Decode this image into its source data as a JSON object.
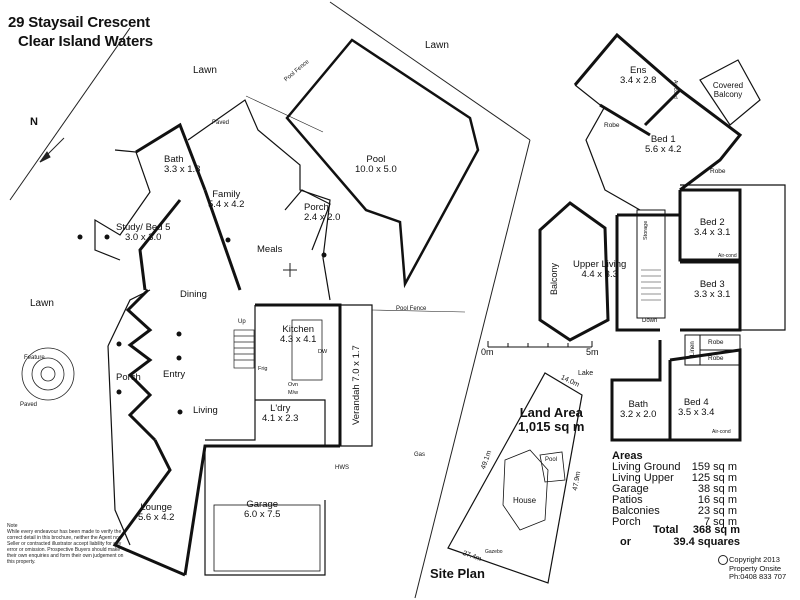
{
  "header": {
    "address_line1": "29 Staysail Crescent",
    "address_line2": "Clear Island Waters"
  },
  "compass": {
    "label": "N"
  },
  "site": {
    "lawn": "Lawn",
    "pool_fence": "Pool Fence",
    "paved": "Paved",
    "feature": "Feature",
    "lake": "Lake",
    "hws": "HWS",
    "gas": "Gas"
  },
  "rooms_ground": [
    {
      "name": "Bath",
      "size": "3.3 x 1.8"
    },
    {
      "name": "Family",
      "size": "5.4 x 4.2"
    },
    {
      "name": "Porch",
      "size": "2.4 x 2.0"
    },
    {
      "name": "Pool",
      "size": "10.0 x 5.0"
    },
    {
      "name": "Study/ Bed 5",
      "size": "3.0 x 3.0"
    },
    {
      "name": "Meals",
      "size": ""
    },
    {
      "name": "Dining",
      "size": ""
    },
    {
      "name": "Kitchen",
      "size": "4.3 x 4.1"
    },
    {
      "name": "Verandah",
      "size": "7.0 x 1.7"
    },
    {
      "name": "Porch",
      "size": ""
    },
    {
      "name": "Entry",
      "size": ""
    },
    {
      "name": "Living",
      "size": ""
    },
    {
      "name": "L'dry",
      "size": "4.1 x 2.3"
    },
    {
      "name": "Lounge",
      "size": "5.6 x 4.2"
    },
    {
      "name": "Garage",
      "size": "6.0 x 7.5"
    }
  ],
  "ground_small_labels": {
    "up": "Up",
    "frig": "Frig",
    "ovn": "Ovn",
    "dw": "DW",
    "mw": "M/w"
  },
  "rooms_upper": [
    {
      "name": "Ens",
      "size": "3.4 x 2.8"
    },
    {
      "name": "Covered Balcony",
      "size": ""
    },
    {
      "name": "Bed 1",
      "size": "5.6 x 4.2"
    },
    {
      "name": "Bed 2",
      "size": "3.4 x 3.1"
    },
    {
      "name": "Upper Living",
      "size": "4.4 x 3.3"
    },
    {
      "name": "Bed 3",
      "size": "3.3 x 3.1"
    },
    {
      "name": "Balcony",
      "size": ""
    },
    {
      "name": "Bed 4",
      "size": "3.5 x 3.4"
    },
    {
      "name": "Bath",
      "size": "3.2 x 2.0"
    }
  ],
  "upper_small_labels": {
    "robe": "Robe",
    "aircond": "Air-cond",
    "storage": "Storage",
    "down": "Down",
    "linen": "Linen"
  },
  "scale": {
    "start": "0m",
    "end": "5m"
  },
  "site_plan": {
    "title": "Site Plan",
    "land_area_line1": "Land Area",
    "land_area_line2": "1,015 sq m",
    "dims": [
      "14.0m",
      "49.1m",
      "47.9m",
      "27.4m"
    ],
    "house": "House",
    "pool": "Pool",
    "gazebo": "Gazebo"
  },
  "areas": {
    "heading": "Areas",
    "rows": [
      {
        "label": "Living Ground",
        "value": "159 sq m"
      },
      {
        "label": "Living Upper",
        "value": "125 sq m"
      },
      {
        "label": "Garage",
        "value": "38 sq m"
      },
      {
        "label": "Patios",
        "value": "16 sq m"
      },
      {
        "label": "Balconies",
        "value": "23 sq m"
      },
      {
        "label": "Porch",
        "value": "7 sq m"
      }
    ],
    "total_label": "Total",
    "total_value": "368 sq m",
    "or_label": "or",
    "squares_value": "39.4 squares"
  },
  "note": "Note\nWhile every endeavour has been made to verify the correct detail in this brochure, neither the Agent nor Seller or contracted illustrator accept liability for any error or omission. Prospective Buyers should make their own enquiries and form their own judgement on this property.",
  "copyright": {
    "line1": "Copyright 2013",
    "line2": "Property Onsite",
    "line3": "Ph:0408 833 707"
  }
}
